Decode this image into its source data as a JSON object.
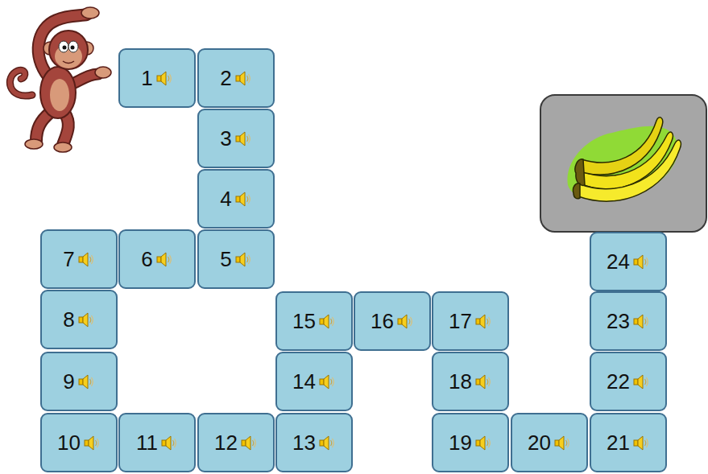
{
  "diagram": {
    "nodes": [
      {
        "text": [
          "1"
        ]
      },
      {
        "text": [
          "2"
        ]
      },
      {
        "text": [
          "3"
        ]
      },
      {
        "text": [
          "4"
        ]
      },
      {
        "text": [
          "5"
        ]
      },
      {
        "text": [
          "6"
        ]
      },
      {
        "text": [
          "7"
        ]
      },
      {
        "text": [
          "8"
        ]
      },
      {
        "text": [
          "9"
        ]
      },
      {
        "text": [
          "10"
        ]
      },
      {
        "text": [
          "11"
        ]
      },
      {
        "text": [
          "12"
        ]
      },
      {
        "text": [
          "13"
        ]
      },
      {
        "text": [
          "14"
        ]
      },
      {
        "text": [
          "15"
        ]
      },
      {
        "text": [
          "16"
        ]
      },
      {
        "text": [
          "17"
        ]
      },
      {
        "text": [
          "18"
        ]
      },
      {
        "text": [
          "19"
        ]
      },
      {
        "text": [
          "20"
        ]
      },
      {
        "text": [
          "21"
        ]
      },
      {
        "text": [
          "22"
        ]
      },
      {
        "text": [
          "23"
        ]
      },
      {
        "text": [
          "24"
        ]
      }
    ]
  }
}
